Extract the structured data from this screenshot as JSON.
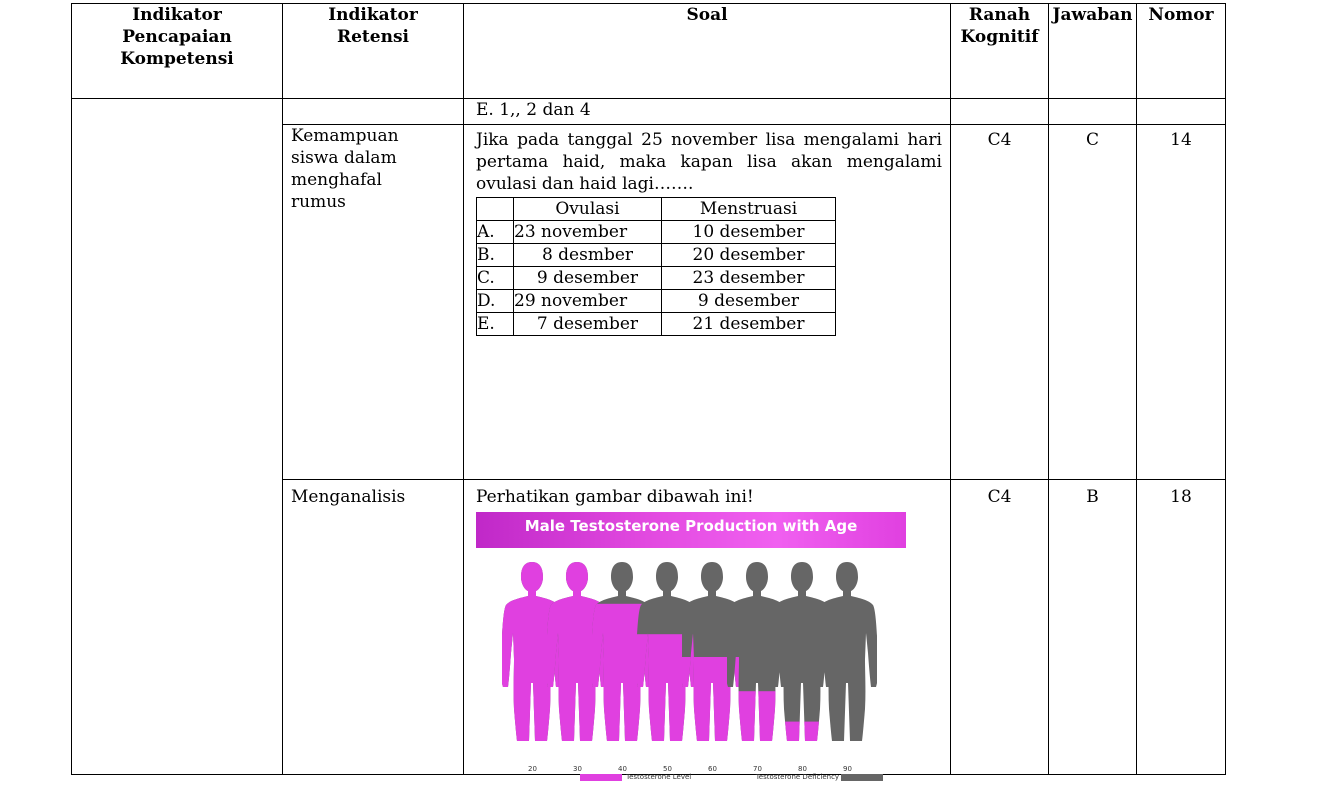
{
  "headers": {
    "indikator_pencapaian": [
      "Indikator",
      "Pencapaian",
      "Kompetensi"
    ],
    "indikator_retensi": [
      "Indikator",
      "Retensi"
    ],
    "soal": "Soal",
    "ranah_kognitif": [
      "Ranah",
      "Kognitif"
    ],
    "jawaban": "Jawaban",
    "nomor": "Nomor"
  },
  "row_prev": {
    "option": "E.   1,, 2 dan 4"
  },
  "row1": {
    "retensi": [
      "Kemampuan",
      "siswa dalam",
      "menghafal",
      "rumus"
    ],
    "question": "Jika pada tanggal 25 november lisa mengalami hari pertama haid, maka kapan lisa akan mengalami ovulasi dan haid lagi…….",
    "table_header": [
      "",
      "Ovulasi",
      "Menstruasi"
    ],
    "options": [
      [
        "A.",
        "23 november",
        "10 desember"
      ],
      [
        "B.",
        "8 desmber",
        "20 desember"
      ],
      [
        "C.",
        "9 desember",
        "23 desember"
      ],
      [
        "D.",
        "29 november",
        "9 desember"
      ],
      [
        "E.",
        "7 desember",
        "21 desember"
      ]
    ],
    "ranah": "C4",
    "jawaban": "C",
    "nomor": "14"
  },
  "row2": {
    "retensi": "Menganalisis",
    "question": "Perhatikan gambar dibawah ini!",
    "figure": {
      "title": "Male Testosterone Production with Age",
      "ages": [
        "20",
        "30",
        "40",
        "50",
        "60",
        "70",
        "80",
        "90"
      ],
      "levels": [
        1.0,
        1.0,
        0.78,
        0.62,
        0.5,
        0.32,
        0.16,
        0.0
      ],
      "legend_level": "Testosterone Level",
      "legend_deficiency": "Testosterone Deficiency",
      "color_level": "#e040e0",
      "color_deficiency": "#666666"
    },
    "ranah": "C4",
    "jawaban": "B",
    "nomor": "18"
  }
}
